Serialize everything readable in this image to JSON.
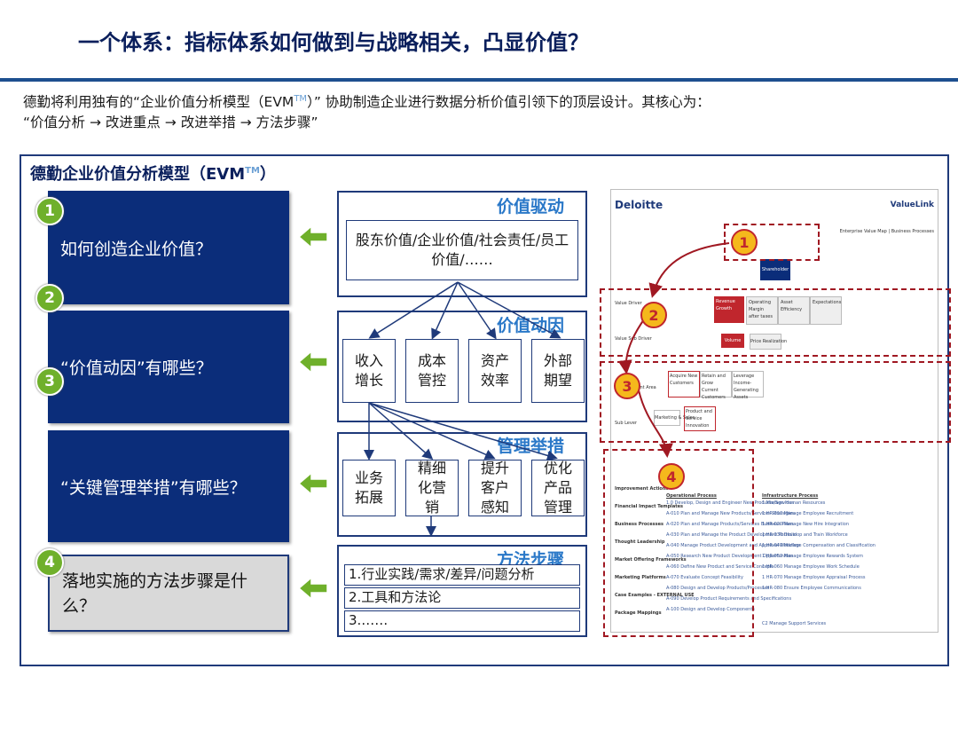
{
  "header": {
    "title": "一个体系：指标体系如何做到与战略相关，凸显价值？",
    "intro_line1": "德勤将利用独有的“企业价值分析模型（EVM",
    "intro_tm": "TM",
    "intro_line1_end": "）” 协助制造企业进行数据分析价值引领下的顶层设计。其核心为：",
    "intro_line2": "“价值分析 → 改进重点 → 改进举措 → 方法步骤”"
  },
  "model": {
    "title": "德勤企业价值分析模型（EVM",
    "tm": "TM",
    "title_end": "）"
  },
  "questions": [
    {
      "num": "1",
      "text": "如何创造企业价值？"
    },
    {
      "num": "2",
      "text": "“价值动因”有哪些？"
    },
    {
      "num": "3",
      "text": "“关键管理举措”有哪些？"
    },
    {
      "num": "4",
      "text": "落地实施的方法步骤是什么？"
    }
  ],
  "value_driver": {
    "title": "价值驱动",
    "box": "股东价值/企业价值/社会责任/员工价值/……"
  },
  "value_factors": {
    "title": "价值动因",
    "items": [
      "收入增长",
      "成本管控",
      "资产效率",
      "外部期望"
    ]
  },
  "mgmt_actions": {
    "title": "管理举措",
    "items": [
      "业务拓展",
      "精细化营销",
      "提升客户感知",
      "优化产品管理"
    ]
  },
  "method_steps": {
    "title": "方法步骤",
    "rows": [
      "1.行业实践/需求/差异/问题分析",
      "2.工具和方法论",
      "3.……"
    ]
  },
  "screenshot": {
    "brand": "Deloitte",
    "product": "ValueLink",
    "subtitle": "Enterprise Value Map | Business Processes",
    "top_node": "Shareholder Value",
    "badges": [
      "1",
      "2",
      "3",
      "4"
    ],
    "row_labels": [
      "Value Driver",
      "Value Sub Driver",
      "Improvement Area",
      "Sub Lever"
    ],
    "driver_nodes": [
      "Revenue Growth",
      "Operating Margin after taxes",
      "Asset Efficiency",
      "Expectations"
    ],
    "subdriver_nodes": [
      "Volume",
      "Price Realization"
    ],
    "area_nodes": [
      "Acquire New Customers",
      "Retain and Grow Current Customers",
      "Leverage Income-Generating Assets"
    ],
    "lever_nodes": [
      "Marketing & Sales",
      "Product and Service Innovation"
    ],
    "left_menu": [
      "Improvement Actions",
      "Financial Impact Templates",
      "Business Processes",
      "Thought Leadership",
      "Market Offering Frameworks",
      "Marketing Platforms",
      "Case Examples - EXTERNAL USE",
      "Package Mappings"
    ],
    "col1_header": "Operational Process",
    "col1": [
      "1.0 Develop, Design and Engineer New Products/Services",
      "A-010 Plan and Manage New Products/Services Strategies",
      "A-020 Plan and Manage Products/Services Business Plans",
      "A-030 Plan and Manage the Product Development Portfolio",
      "A-040 Manage Product Development and Approval Workflow",
      "A-050 Research New Product Development Opportunities",
      "A-060 Define New Product and Service Concepts",
      "A-070 Evaluate Concept Feasibility",
      "A-080 Design and Develop Products/Processes",
      "A-090 Develop Product Requirements and Specifications",
      "A-100 Design and Develop Components"
    ],
    "col2_header": "Infrastructure Process",
    "col2": [
      "1 Manage Human Resources",
      "1 HR-010 Manage Employee Recruitment",
      "1 HR-020 Manage New Hire Integration",
      "1 HR-030 Develop and Train Workforce",
      "1 HR-040 Manage Compensation and Classification",
      "1 HR-050 Manage Employee Rewards System",
      "1 HR-060 Manage Employee Work Schedule",
      "1 HR-070 Manage Employee Appraisal Process",
      "1 HR-080 Ensure Employee Communications",
      "C2 Manage Support Services"
    ]
  },
  "colors": {
    "navy": "#0b2d7a",
    "accent_blue": "#2a78c8",
    "green": "#6fb02b",
    "dashed_red": "#a01822",
    "badge_yellow": "#f5b81c"
  }
}
